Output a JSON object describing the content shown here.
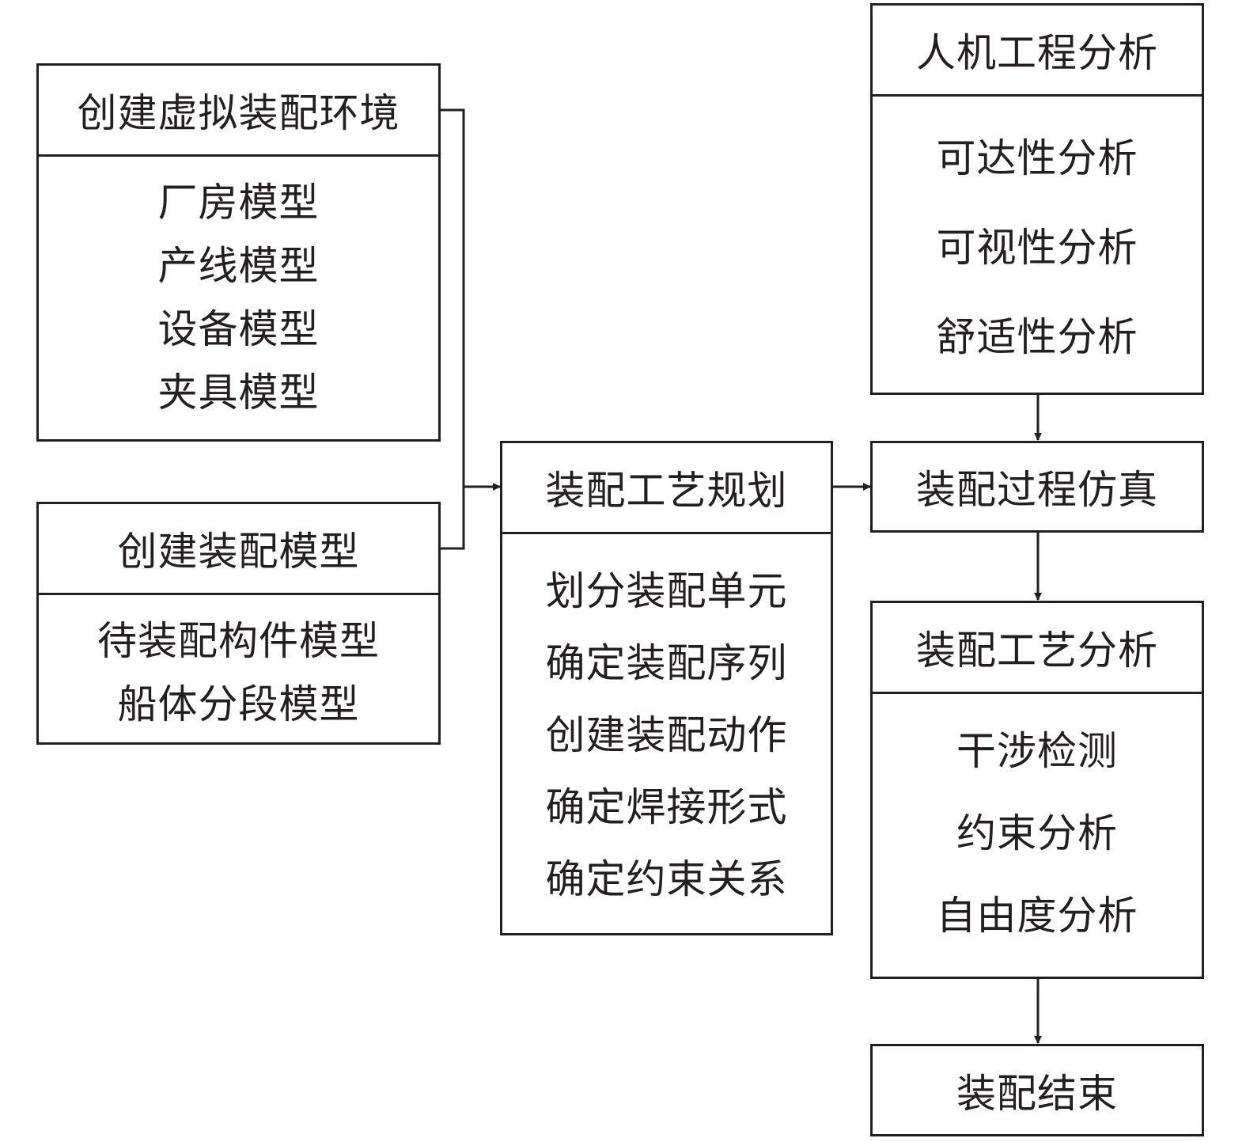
{
  "boxes": {
    "virtual_env": {
      "title": "创建虚拟装配环境",
      "items": [
        "厂房模型",
        "产线模型",
        "设备模型",
        "夹具模型"
      ]
    },
    "assembly_model": {
      "title": "创建装配模型",
      "items": [
        "待装配构件模型",
        "船体分段模型"
      ]
    },
    "process_planning": {
      "title": "装配工艺规划",
      "items": [
        "划分装配单元",
        "确定装配序列",
        "创建装配动作",
        "确定焊接形式",
        "确定约束关系"
      ]
    },
    "ergonomics": {
      "title": "人机工程分析",
      "items": [
        "可达性分析",
        "可视性分析",
        "舒适性分析"
      ]
    },
    "simulation": {
      "title": "装配过程仿真"
    },
    "process_analysis": {
      "title": "装配工艺分析",
      "items": [
        "干涉检测",
        "约束分析",
        "自由度分析"
      ]
    },
    "assembly_end": {
      "title": "装配结束"
    }
  },
  "colors": {
    "line": "#231f20",
    "text": "#231f20",
    "background": "#ffffff"
  }
}
